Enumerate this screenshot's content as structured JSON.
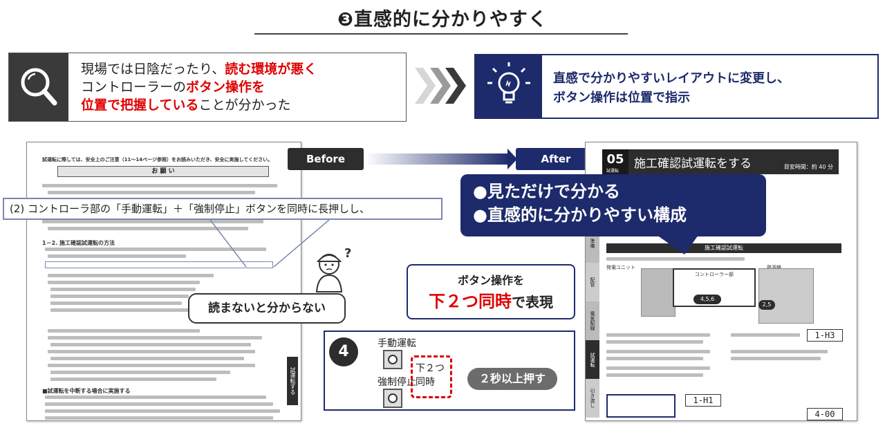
{
  "header": {
    "title": "❸直感的に分かりやすく"
  },
  "problem": {
    "line1_plain": "現場では日陰だったり、",
    "line1_red": "読む環境が悪く",
    "line2_plain": "コントローラーの",
    "line2_red": "ボタン操作を",
    "line3_red": "位置で把握している",
    "line3_plain": "ことが分かった"
  },
  "solution": {
    "line1": "直感で分かりやすいレイアウトに変更し、",
    "line2": "ボタン操作は位置で指示"
  },
  "labels": {
    "before": "Before",
    "after": "After"
  },
  "before_doc": {
    "intro": "試運転に際しては、安全上のご注意（11～14ページ参照）をお読みいただき、安全に実施してください。",
    "onegai": "お 願 い",
    "zoom_text": "(2) コントローラ部の「手動運転」＋「強制停止」ボタンを同時に長押しし、",
    "section": "1－2. 施工確認試運転の方法",
    "side_label": "試運転する",
    "bottom_heading": "■試運転を中断する場合に実施する"
  },
  "speech_before": "読まないと分からない",
  "after_doc": {
    "number": "05",
    "number_sub": "試運転",
    "title": "施工確認試運転をする",
    "time": "目安時間：約 40 分",
    "section": "施工確認試運転",
    "unit_label": "発電ユニット",
    "heater_label": "熱源機",
    "controller_label": "コントローラー部",
    "step_badge": "4,5,6",
    "step_badge2": "2,5",
    "seg1": "1-H3",
    "seg2": "1-H1",
    "seg3": "4-00",
    "side_tabs": [
      "準備",
      "配管",
      "電気配線",
      "試運転",
      "引き渡し"
    ]
  },
  "callout_blue": {
    "line1": "●見ただけで分かる",
    "line2": "●直感的に分かりやすい構成"
  },
  "callout_white": {
    "line1": "ボタン操作を",
    "line2_red": "下２つ同時",
    "line2_plain": "で表現"
  },
  "zoom_box": {
    "step": "4",
    "btn1": "手動運転",
    "btn2": "強制停止",
    "dash_text": "下２つ同時",
    "press": "２秒以上押す"
  },
  "colors": {
    "navy": "#1d2a6b",
    "red": "#e00000",
    "dark": "#2d2d2d"
  }
}
